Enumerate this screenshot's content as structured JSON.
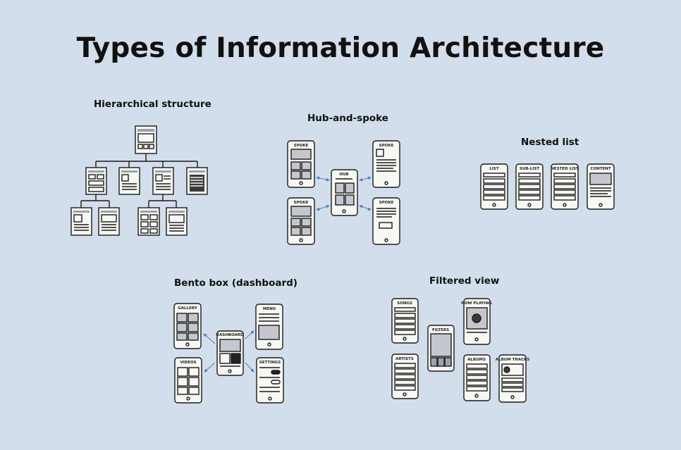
{
  "title": "Types of Information Architecture",
  "sections": {
    "hierarchical": "Hierarchical structure",
    "hub_spoke": "Hub-and-spoke",
    "nested": "Nested list",
    "bento": "Bento box (dashboard)",
    "filtered": "Filtered view"
  },
  "phones": {
    "spoke": "SPOKE",
    "hub": "HUB",
    "list": "LIST",
    "sublist": "SUB-LIST",
    "nestedlist": "NESTED LIST",
    "content": "CONTENT",
    "gallery": "GALLERY",
    "dashboard": "DASHBOARD",
    "menu": "MENU",
    "videos": "VIDEOS",
    "settings": "SETTINGS",
    "songs": "SONGS",
    "filters": "FILTERS",
    "nowplaying": "NOW PLAYING",
    "artists": "ARTISTS",
    "albums": "ALBUMS",
    "albumtracks": "ALBUM TRACKS"
  },
  "colors": {
    "background": "#d3deec",
    "ink": "#1a1a1a",
    "paper": "#f7f7f4",
    "arrow": "#4a7fc1"
  }
}
